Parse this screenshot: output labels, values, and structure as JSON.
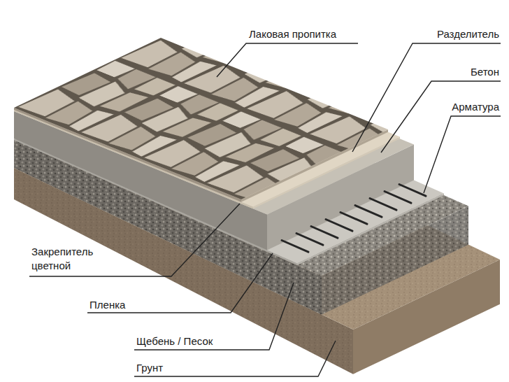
{
  "diagram": {
    "labels": [
      "Лаковая пропитка",
      "Разделитель",
      "Бетон",
      "Арматура",
      "Закрепитель цветной",
      "Пленка",
      "Щебень / Песок",
      "Грунт"
    ]
  }
}
